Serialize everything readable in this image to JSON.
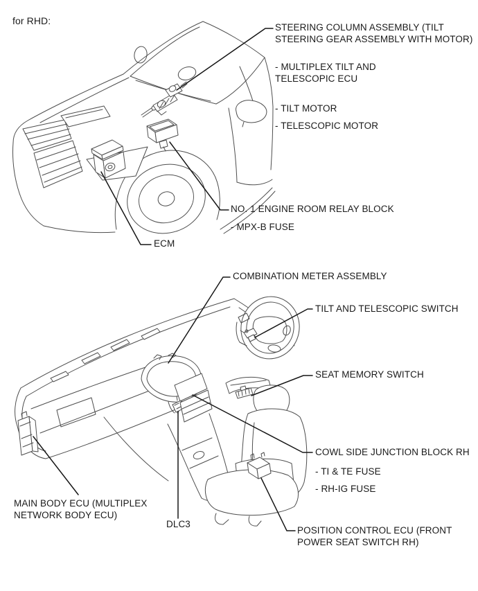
{
  "page": {
    "note": "for RHD:"
  },
  "top_figure": {
    "description": "vehicle front three-quarter exterior view",
    "labels": [
      {
        "id": "steering-column-assembly",
        "text": "STEERING COLUMN ASSEMBLY (TILT\nSTEERING GEAR ASSEMBLY WITH MOTOR)"
      },
      {
        "id": "multiplex-tilt-telescopic-ecu",
        "text": "- MULTIPLEX TILT AND\nTELESCOPIC ECU"
      },
      {
        "id": "tilt-motor",
        "text": "- TILT MOTOR"
      },
      {
        "id": "telescopic-motor",
        "text": "- TELESCOPIC MOTOR"
      },
      {
        "id": "no1-engine-room-relay-block",
        "text": "NO. 1 ENGINE ROOM RELAY BLOCK"
      },
      {
        "id": "mpx-b-fuse",
        "text": "- MPX-B FUSE"
      },
      {
        "id": "ecm",
        "text": "ECM"
      }
    ]
  },
  "bottom_figure": {
    "description": "instrument panel interior view",
    "labels": [
      {
        "id": "combination-meter-assembly",
        "text": "COMBINATION METER ASSEMBLY"
      },
      {
        "id": "tilt-and-telescopic-switch",
        "text": "TILT AND TELESCOPIC SWITCH"
      },
      {
        "id": "seat-memory-switch",
        "text": "SEAT MEMORY SWITCH"
      },
      {
        "id": "cowl-side-junction-block-rh",
        "text": "COWL SIDE JUNCTION BLOCK RH"
      },
      {
        "id": "ti-te-fuse",
        "text": "- TI & TE FUSE"
      },
      {
        "id": "rh-ig-fuse",
        "text": "- RH-IG FUSE"
      },
      {
        "id": "main-body-ecu",
        "text": "MAIN BODY ECU (MULTIPLEX\nNETWORK BODY ECU)"
      },
      {
        "id": "dlc3",
        "text": "DLC3"
      },
      {
        "id": "position-control-ecu",
        "text": "POSITION CONTROL ECU (FRONT\nPOWER SEAT SWITCH RH)"
      }
    ]
  },
  "colors": {
    "background": "#ffffff",
    "drawing_line": "#4d4d4d",
    "leader_line": "#161616",
    "text": "#1a1a1a"
  }
}
